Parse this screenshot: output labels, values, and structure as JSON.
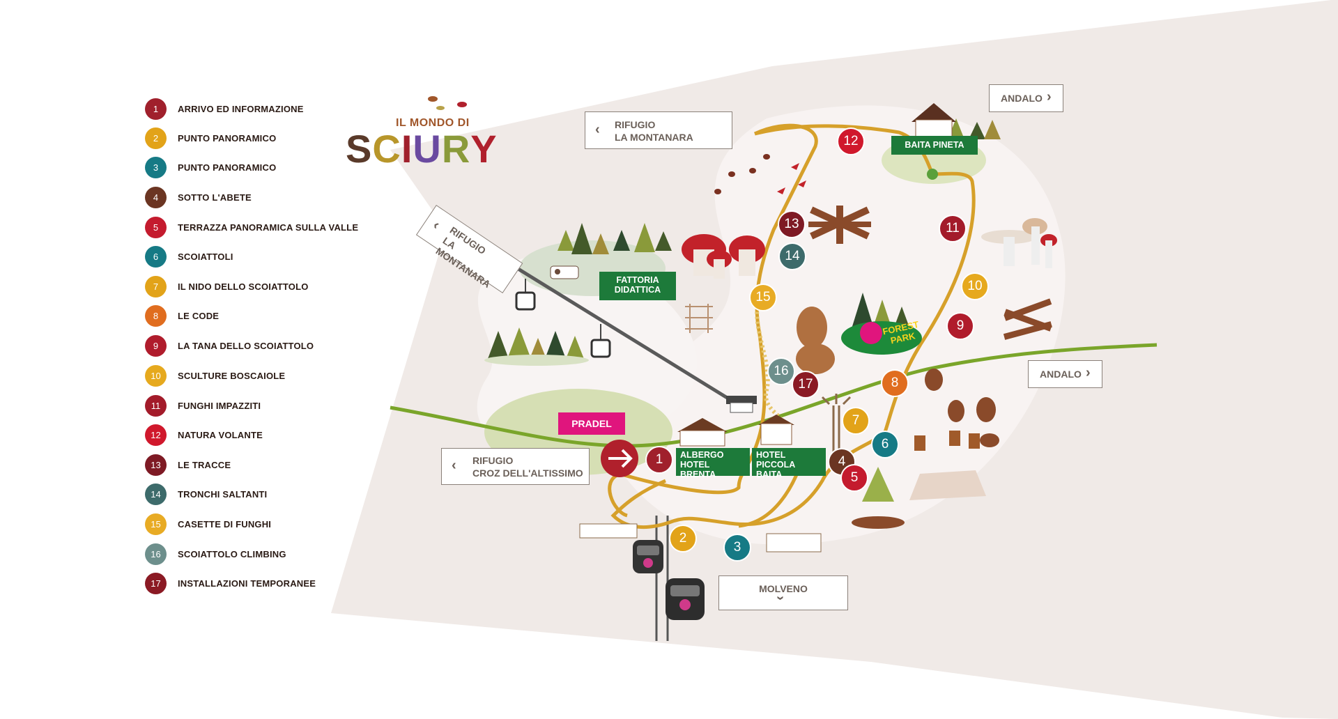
{
  "brand": {
    "small": "IL MONDO DI",
    "big": [
      "S",
      "C",
      "I",
      "U",
      "R",
      "Y"
    ]
  },
  "legend": [
    {
      "num": "1",
      "label": "ARRIVO ED INFORMAZIONE",
      "color": "#a0202c"
    },
    {
      "num": "2",
      "label": "PUNTO PANORAMICO",
      "color": "#e2a319"
    },
    {
      "num": "3",
      "label": "PUNTO PANORAMICO",
      "color": "#167a85"
    },
    {
      "num": "4",
      "label": "SOTTO L'ABETE",
      "color": "#6b3522"
    },
    {
      "num": "5",
      "label": "TERRAZZA PANORAMICA SULLA VALLE",
      "color": "#c41b2e"
    },
    {
      "num": "6",
      "label": "SCOIATTOLI",
      "color": "#167a85"
    },
    {
      "num": "7",
      "label": "IL NIDO DELLO SCOIATTOLO",
      "color": "#e2a319"
    },
    {
      "num": "8",
      "label": "LE CODE",
      "color": "#e06d1f"
    },
    {
      "num": "9",
      "label": "LA TANA DELLO SCOIATTOLO",
      "color": "#b01c2c"
    },
    {
      "num": "10",
      "label": "SCULTURE BOSCAIOLE",
      "color": "#e6a91e"
    },
    {
      "num": "11",
      "label": "FUNGHI IMPAZZITI",
      "color": "#a31b2a"
    },
    {
      "num": "12",
      "label": "NATURA VOLANTE",
      "color": "#d0182c"
    },
    {
      "num": "13",
      "label": "LE TRACCE",
      "color": "#7e1a24"
    },
    {
      "num": "14",
      "label": "TRONCHI SALTANTI",
      "color": "#3d6b6b"
    },
    {
      "num": "15",
      "label": "CASETTE DI FUNGHI",
      "color": "#e8ab24"
    },
    {
      "num": "16",
      "label": "SCOIATTOLO CLIMBING",
      "color": "#6d8f8c"
    },
    {
      "num": "17",
      "label": "INSTALLAZIONI TEMPORANEE",
      "color": "#8b1a24"
    }
  ],
  "destinations": {
    "montanara_top": {
      "line1": "RIFUGIO",
      "line2": "LA MONTANARA"
    },
    "montanara_diag": {
      "line1": "RIFUGIO",
      "line2": "LA MONTANARA"
    },
    "croz": {
      "line1": "RIFUGIO",
      "line2": "CROZ DELL'ALTISSIMO"
    },
    "andalo_top": "ANDALO",
    "andalo_right": "ANDALO",
    "molveno": "MOLVENO"
  },
  "locations": {
    "baita_pineta": "BAITA PINETA",
    "fattoria": [
      "FATTORIA",
      "DIDATTICA"
    ],
    "albergo": [
      "ALBERGO",
      "HOTEL BRENTA"
    ],
    "hotel_piccola": [
      "HOTEL",
      "PICCOLA BAITA"
    ],
    "pradel": "PRADEL"
  },
  "forest_park": "FOREST PARK",
  "colors": {
    "trail": "#d6a02a",
    "green_line": "#7aa52a",
    "map_bg": "#f1ebe8",
    "location_green": "#1d7a3a",
    "pradel": "#e0157d"
  }
}
